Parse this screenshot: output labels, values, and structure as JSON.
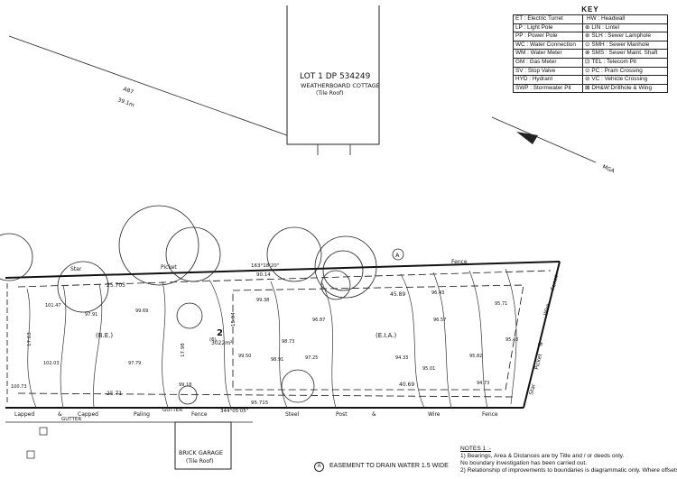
{
  "key": {
    "title": "KEY",
    "rows": [
      {
        "left": "ET : Electric Turret",
        "right": "HW : Headwall",
        "right_icon": ""
      },
      {
        "left": "LP : Light Pole",
        "right": "LIN : Lintel",
        "right_icon": "⊕"
      },
      {
        "left": "PP : Power Pole",
        "right": "SLH : Sewer Lamphole",
        "right_icon": "⊛"
      },
      {
        "left": "WC : Water Connection",
        "right": "SMH : Sewer Manhole",
        "right_icon": "⊙"
      },
      {
        "left": "WM : Water Meter",
        "right": "SMS : Sewer Maint. Shaft",
        "right_icon": "⊗"
      },
      {
        "left": "GM : Gas Meter",
        "right": "TEL : Telecom Pit",
        "right_icon": "⊡"
      },
      {
        "left": "SV : Stop Valve",
        "right": "PC : Pram Crossing",
        "right_icon": "⊙"
      },
      {
        "left": "HYD : Hydrant",
        "right": "VC : Vehicle Crossing",
        "right_icon": "⊘"
      },
      {
        "left": "SWP : Stormwater Pit",
        "right": "DH&W:Drillhole & Wing",
        "right_icon": "⊠"
      }
    ]
  },
  "lot": {
    "title": "LOT 1   DP 534249",
    "building": "WEATHERBOARD COTTAGE",
    "roof": "(Tile Roof)"
  },
  "bearing_top": {
    "bearing": "A87",
    "distance": "39.1m"
  },
  "mga_label": "MGA",
  "boundary": {
    "top_labels": [
      "Star",
      "Picket",
      "Fence"
    ],
    "bottom_labels": [
      "Lapped",
      "&",
      "Capped",
      "Paling",
      "Fence",
      "Steel",
      "Post",
      "&",
      "Wire",
      "Fence"
    ],
    "right_labels": [
      "Star",
      "Picket",
      "&",
      "Wire",
      "Fence"
    ],
    "gutter_left": "GUTTER",
    "gutter_mid": "GUTTER"
  },
  "dimensions": {
    "d1": "25.705",
    "d2": "25.71",
    "d3": "45.89",
    "d4": "40.69",
    "b1": "163°18'20\"",
    "b2": "344°05'05\"",
    "b3": "95.715",
    "b4": "90.14",
    "b5": "17.98",
    "b6": "15.94",
    "b7": "17.63"
  },
  "lot_area": {
    "number": "2",
    "area": "3022m²"
  },
  "regions": {
    "be": "(B.E.)",
    "eia": "(E.I.A.)",
    "six": "(6)"
  },
  "circle_a": "A",
  "spot_levels": [
    "99.38",
    "99.50",
    "98.91",
    "96.43",
    "95.71",
    "96.57",
    "97.25",
    "95.82",
    "94.33",
    "101.47",
    "102.03",
    "97.79",
    "98.73",
    "96.87",
    "99.18",
    "95.01",
    "94.73",
    "95.43",
    "100.73",
    "97.91",
    "99.69"
  ],
  "garage": {
    "name": "BRICK GARAGE",
    "roof": "(Tile Roof)"
  },
  "easement": {
    "marker": "A",
    "text": "EASEMENT TO DRAIN WATER 1.5 WIDE"
  },
  "notes": {
    "heading": "NOTES 1 :-",
    "lines": [
      "1) Bearings, Area & Distances are by Title and / or deeds only.",
      "    No boundary investigation has been carried out.",
      "2) Relationship of improvements to boundaries is diagrammatic only. Where offsets"
    ]
  }
}
